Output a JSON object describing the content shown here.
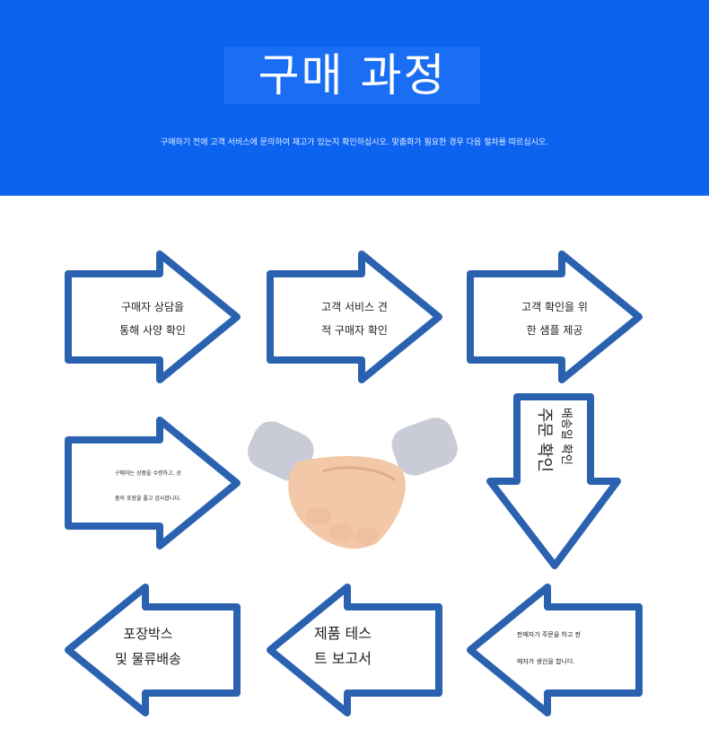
{
  "header": {
    "title": "구매 과정",
    "subtitle": "구매하기 전에 고객 서비스에 문의하여 재고가 있는지 확인하십시오. 맞춤화가 필요한 경우 다음 절차를 따르십시오.",
    "background": "#0b63f0"
  },
  "arrow_color": "#2a62b0",
  "steps": [
    {
      "line1": "구매자 상담을",
      "line2": "통해 사양 확인",
      "direction": "right"
    },
    {
      "line1": "고객 서비스 견",
      "line2": "적 구매자 확인",
      "direction": "right"
    },
    {
      "line1": "고객 확인을 위",
      "line2": "한 샘플 제공",
      "direction": "right"
    },
    {
      "line1": "주문 확인",
      "line2": "배송일 확인",
      "direction": "down"
    },
    {
      "line1": "판매자가 주문을 하고 판",
      "line2": "매자가 생산을 합니다.",
      "direction": "left"
    },
    {
      "line1": "제품 테스",
      "line2": "트 보고서",
      "direction": "left"
    },
    {
      "line1": "포장박스",
      "line2": "및 물류배송",
      "direction": "left"
    },
    {
      "line1": "구매자는 상품을 수령하고, 상",
      "line2": "품의 포장을 풀고 검사합니다.",
      "direction": "right"
    }
  ],
  "center_image": "handshake"
}
